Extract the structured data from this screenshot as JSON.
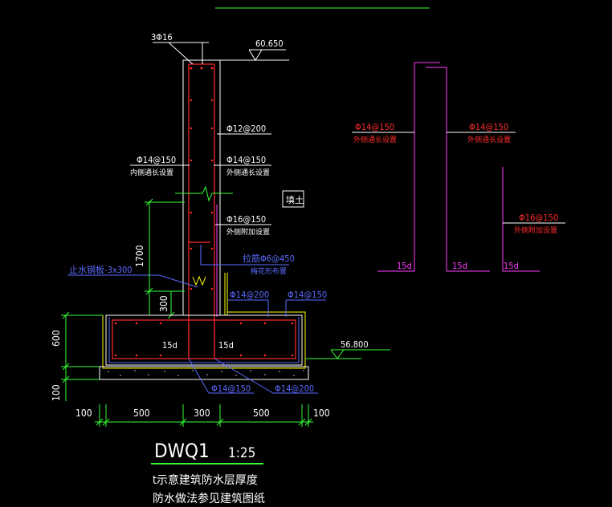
{
  "drawing": {
    "top_elevation": "60.650",
    "bottom_elevation": "56.800",
    "top_bars": "3Φ16",
    "vert_rebar_top": "Φ12@200",
    "inner_bar": "Φ14@150",
    "inner_bar_note": "内侧通长设置",
    "outer_bar": "Φ14@150",
    "outer_bar_note": "外侧通长设置",
    "add_bar": "Φ16@150",
    "add_bar_note": "外侧附加设置",
    "soil_tag": "填土",
    "tie_bar": "拉筋Φ6@450",
    "tie_note": "梅花形布置",
    "waterstop": "止水钢板-3x300",
    "dim_1700": "1700",
    "dim_300_v": "300",
    "dim_600": "600",
    "dim_100_v": "100",
    "footing_bar_left": "Φ14@200",
    "footing_bar_right": "Φ14@150",
    "anchor_left": "15d",
    "anchor_right": "15d",
    "bottom_bar_left": "Φ14@150",
    "bottom_bar_right": "Φ14@200",
    "bottom_dims": [
      "100",
      "500",
      "300",
      "500",
      "100"
    ],
    "title": "DWQ1",
    "scale": "1:25",
    "note_line1": "t示意建筑防水层厚度",
    "note_line2": "防水做法参见建筑图纸"
  },
  "detail": {
    "bar1": "Φ14@150",
    "bar1_note": "外侧通长设置",
    "bar2": "Φ14@150",
    "bar2_note": "外侧通长设置",
    "bar3": "Φ16@150",
    "bar3_note": "外侧附加设置",
    "anchor1": "15d",
    "anchor2": "15d",
    "anchor3": "15d"
  },
  "colors": {
    "background": "#000000",
    "concrete": "#ffffff",
    "rebar": "#ff2b2b",
    "dimension": "#33ff33",
    "leader": "#ffffff",
    "waterproof": "#ffff00",
    "blue_text": "#5a6bff",
    "magenta": "#ff3cff"
  }
}
